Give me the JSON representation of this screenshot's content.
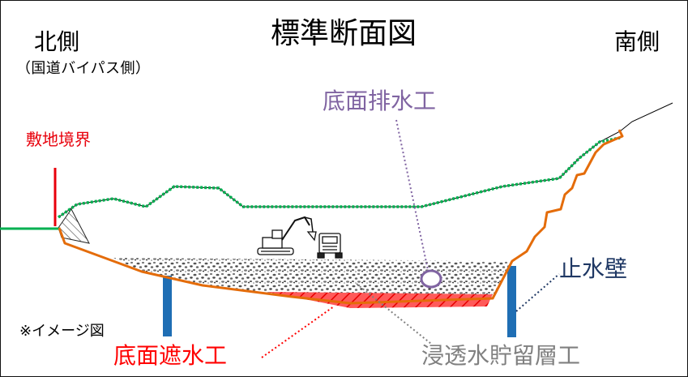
{
  "title": "標準断面図",
  "north_label": "北側",
  "north_sublabel": "（国道バイパス側）",
  "south_label": "南側",
  "boundary_label": "敷地境界",
  "drain_label": "底面排水工",
  "cutoff_wall_label": "止水壁",
  "image_note": "※イメージ図",
  "liner_label": "底面遮水工",
  "storage_label": "浸透水貯留層工",
  "colors": {
    "boundary_red": "#e8000b",
    "drain_purple": "#8064a2",
    "wall_blue": "#1f6eb4",
    "wall_label_navy": "#1f3864",
    "liner_red": "#ff0000",
    "ground_orange": "#e46c0a",
    "existing_green": "#00b050",
    "storage_gray": "#808080"
  }
}
